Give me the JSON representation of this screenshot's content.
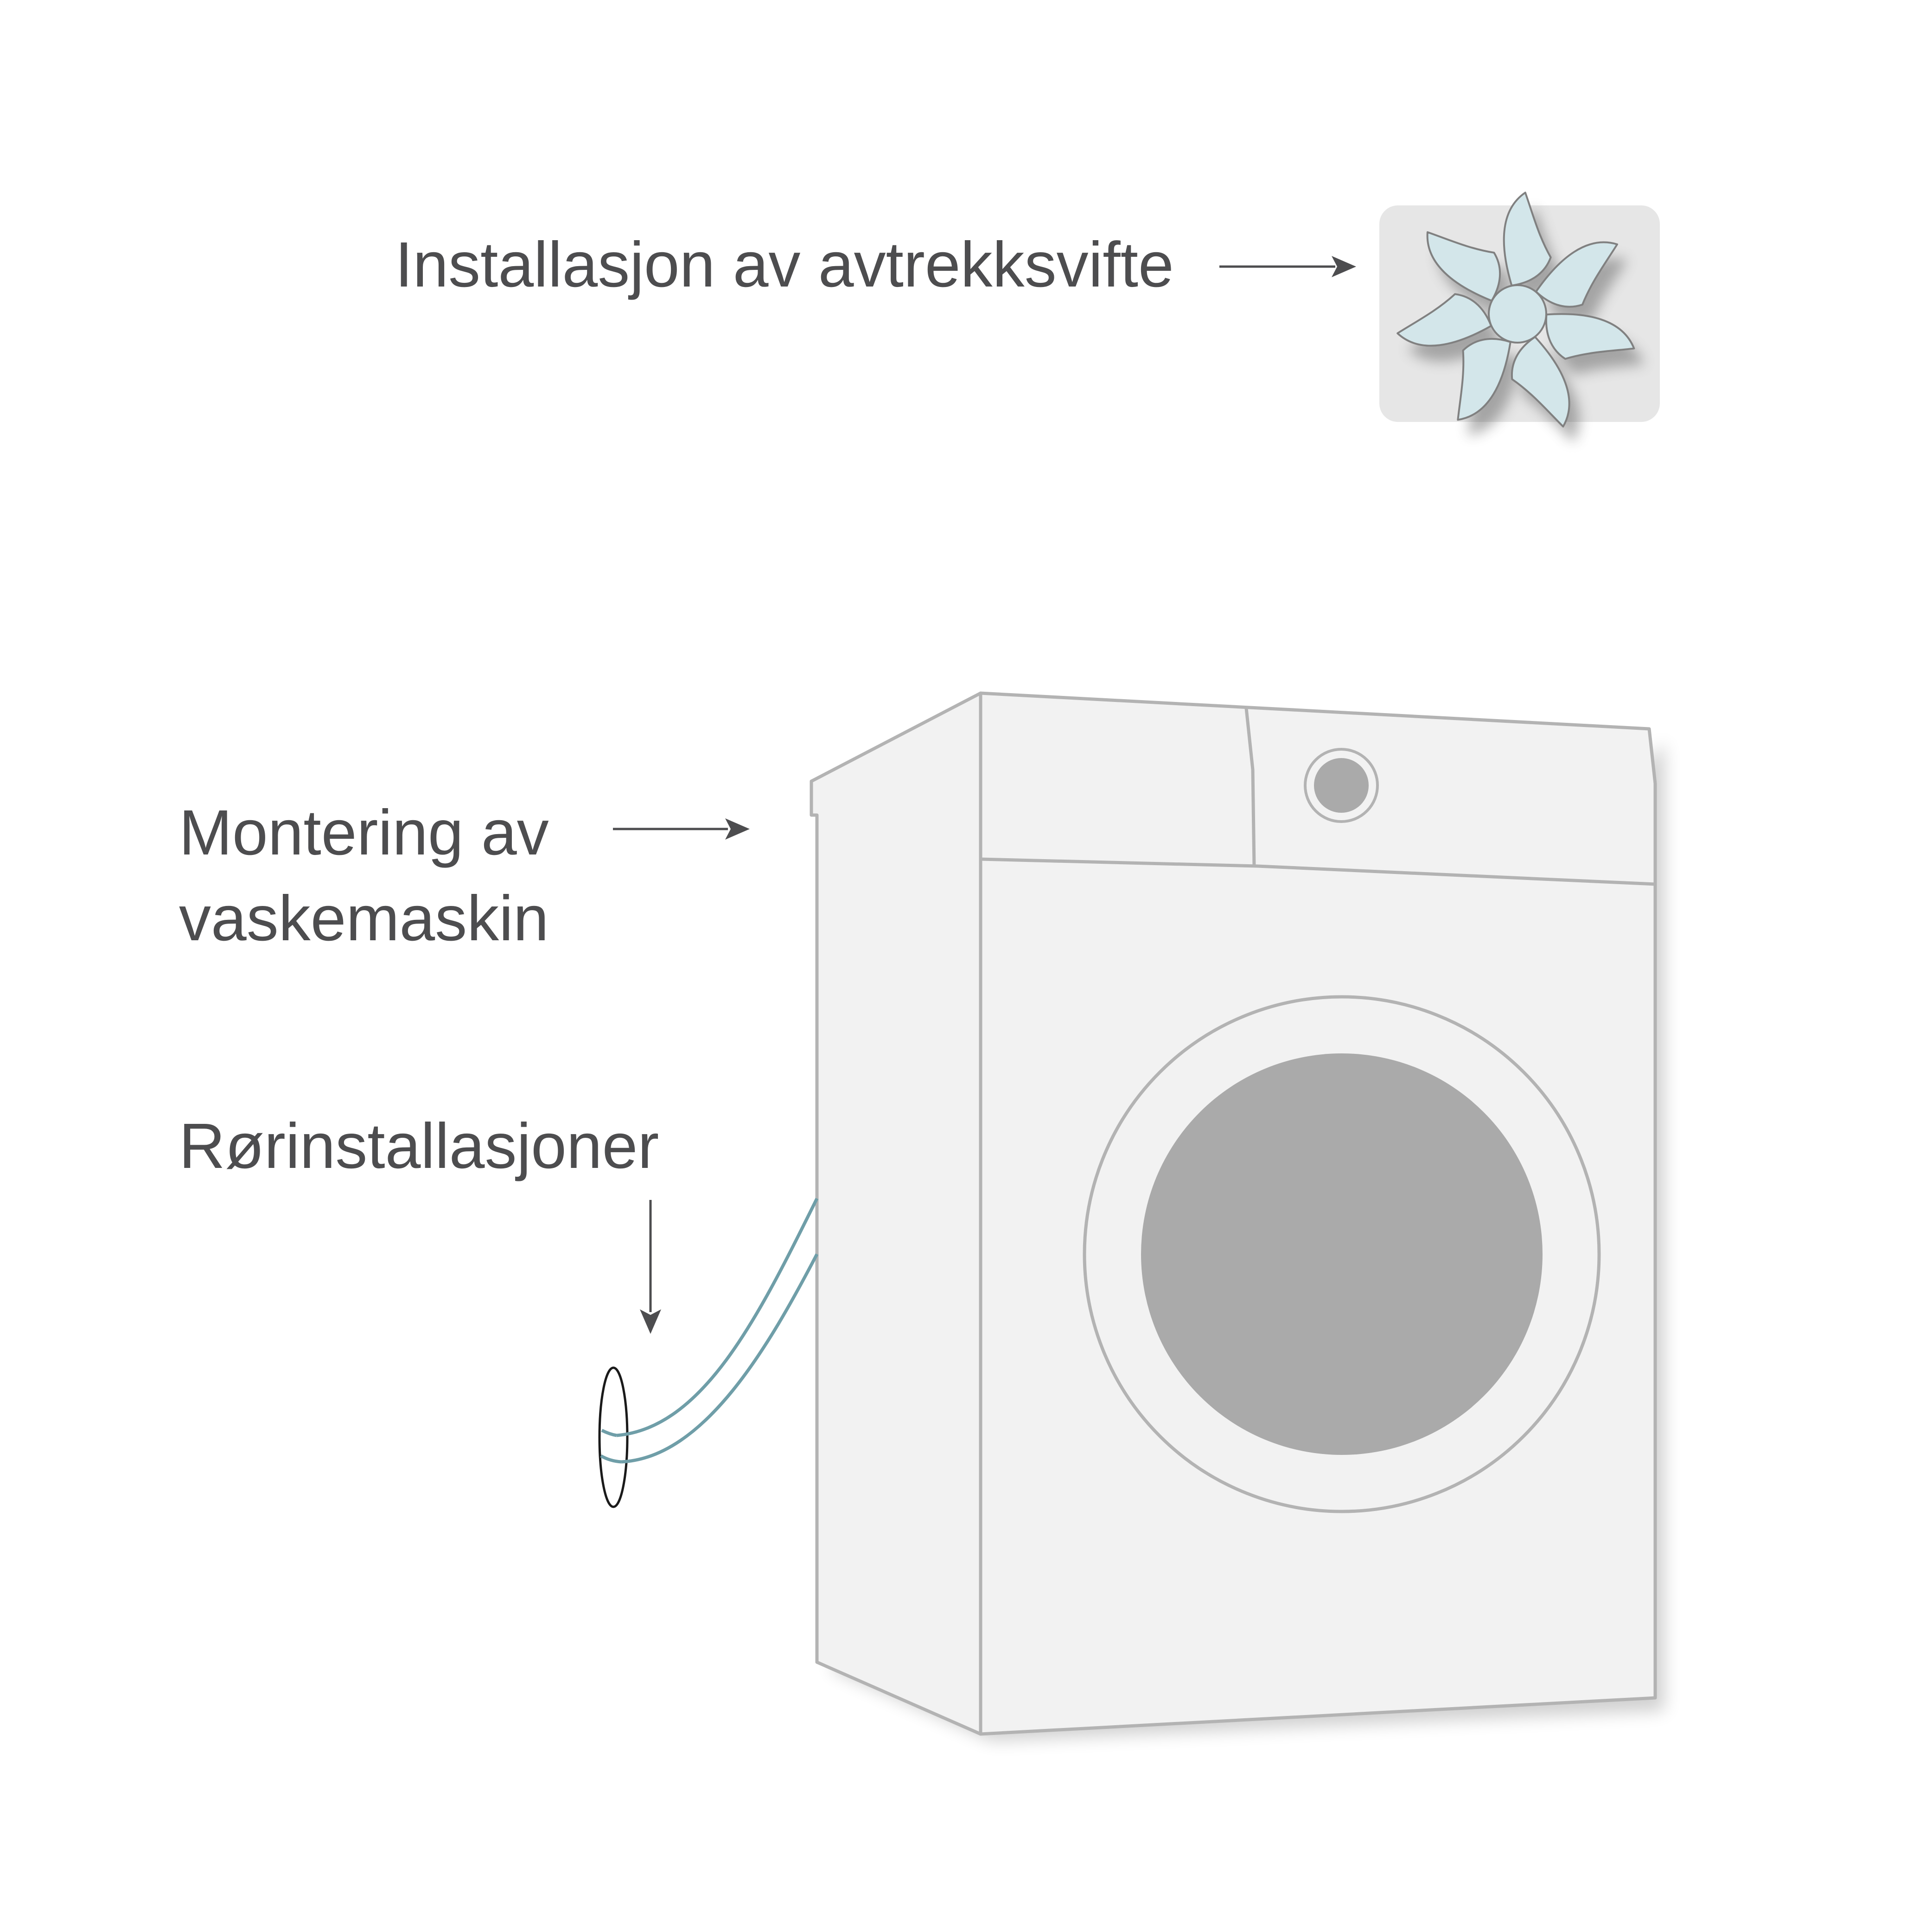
{
  "labels": {
    "fan": "Installasjon av avtrekksvifte",
    "washer_line1": "Montering av",
    "washer_line2": "vaskemaskin",
    "pipes": "Rørinstallasjoner"
  },
  "icons": {
    "fan": "exhaust-fan-icon",
    "washer": "washing-machine-illustration",
    "pipe": "pipe-hose-icon"
  },
  "colors": {
    "text": "#4d4d4f",
    "machine_fill": "#f2f2f2",
    "machine_stroke": "#b3b3b3",
    "door_window": "#aaaaaa",
    "fan_blade": "#d3e6ea",
    "fan_tile": "#e6e6e6",
    "pipe": "#6f9ea8"
  }
}
